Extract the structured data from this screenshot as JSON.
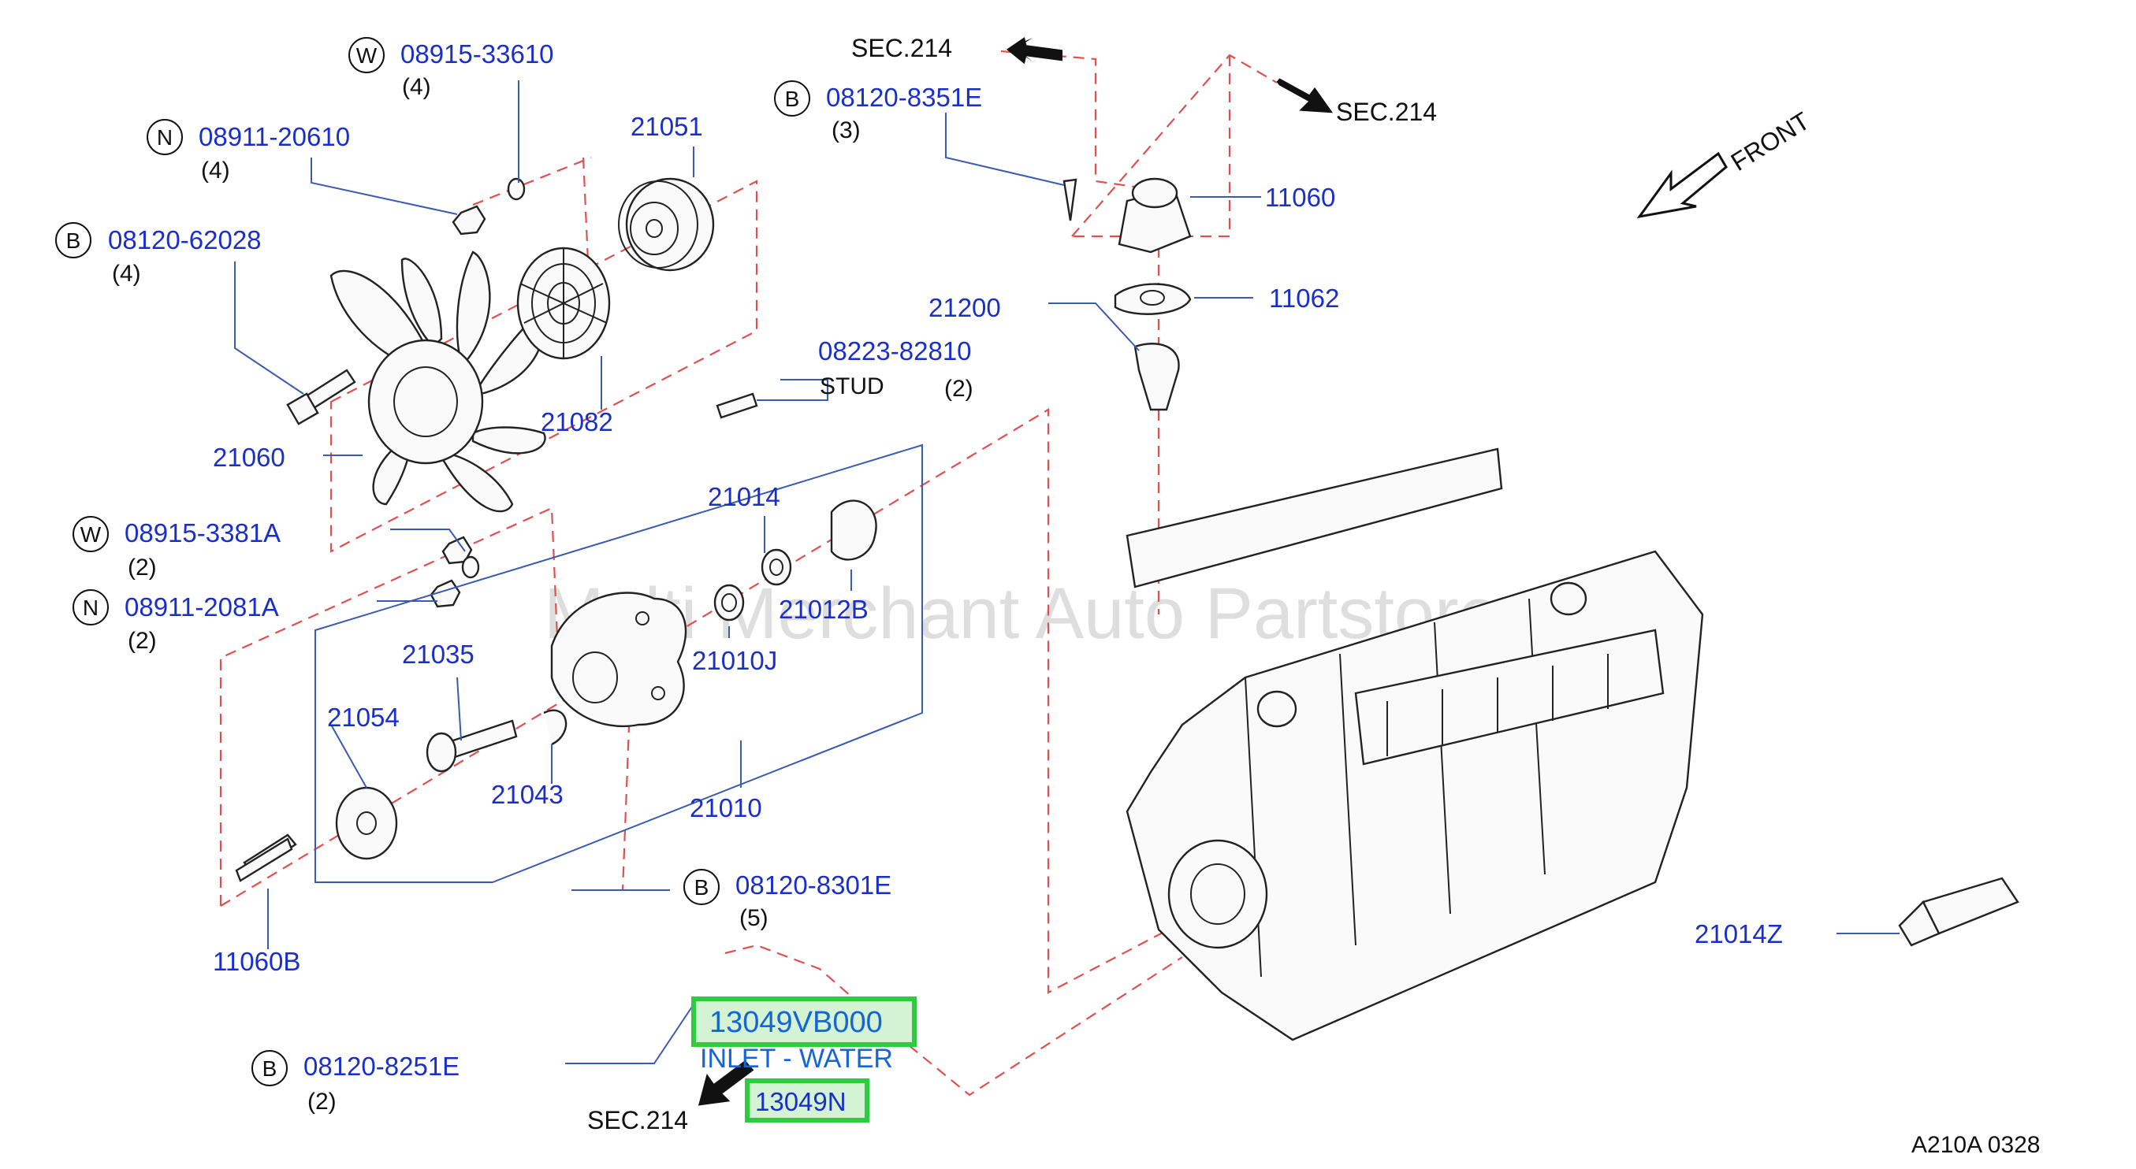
{
  "labels": {
    "l_08915_33610": "08915-33610",
    "q_08915_33610": "(4)",
    "l_08911_20610": "08911-20610",
    "q_08911_20610": "(4)",
    "l_08120_62028": "08120-62028",
    "q_08120_62028": "(4)",
    "l_21051": "21051",
    "l_21082": "21082",
    "l_21060": "21060",
    "l_08223_82810": "08223-82810",
    "stud": "STUD",
    "q_08223_82810": "(2)",
    "l_08915_3381A": "08915-3381A",
    "q_08915_3381A": "(2)",
    "l_08911_2081A": "08911-2081A",
    "q_08911_2081A": "(2)",
    "l_21014": "21014",
    "l_21012B": "21012B",
    "l_21010J": "21010J",
    "l_21035": "21035",
    "l_21054": "21054",
    "l_21043": "21043",
    "l_21010": "21010",
    "l_11060B": "11060B",
    "l_08120_8301E": "08120-8301E",
    "q_08120_8301E": "(5)",
    "l_08120_8251E": "08120-8251E",
    "q_08120_8251E": "(2)",
    "l_13049VB000": "13049VB000",
    "inlet_water": "INLET - WATER",
    "l_13049N": "13049N",
    "sec_bottom": "SEC.214",
    "sec_top_left": "SEC.214",
    "sec_top_right": "SEC.214",
    "l_08120_8351E": "08120-8351E",
    "q_08120_8351E": "(3)",
    "l_11060": "11060",
    "l_11062": "11062",
    "l_21200": "21200",
    "front": "FRONT",
    "l_21014Z": "21014Z",
    "diagram_code": "A210A 0328",
    "watermark": "Multi Merchant Auto Partstore"
  },
  "markers": {
    "W": "W",
    "N": "N",
    "B": "B"
  },
  "colors": {
    "part_number": "#1a2fc9",
    "highlight_fill": "#d4f3d4",
    "highlight_stroke": "#2ecc40",
    "dashed_line": "#e05050",
    "leader_line": "#3b5bb0"
  }
}
